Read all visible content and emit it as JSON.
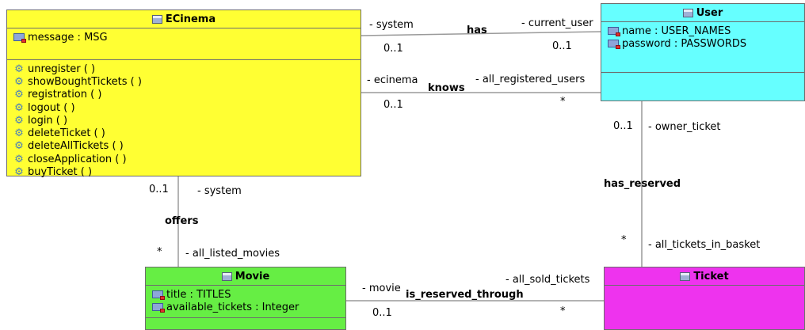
{
  "classes": {
    "ecinema": {
      "name": "ECinema",
      "attributes": [
        "message : MSG"
      ],
      "operations": [
        "unregister ( )",
        "showBoughtTickets ( )",
        "registration ( )",
        "logout ( )",
        "login ( )",
        "deleteTicket ( )",
        "deleteAllTickets ( )",
        "closeApplication ( )",
        "buyTicket ( )"
      ],
      "color": "#ffff33"
    },
    "user": {
      "name": "User",
      "attributes": [
        "name : USER_NAMES",
        "password : PASSWORDS"
      ],
      "color": "#66ffff"
    },
    "movie": {
      "name": "Movie",
      "attributes": [
        "title : TITLES",
        "available_tickets : Integer"
      ],
      "color": "#66ee44"
    },
    "ticket": {
      "name": "Ticket",
      "attributes": [],
      "color": "#ee33ee"
    }
  },
  "associations": {
    "has": {
      "name": "has",
      "role_a": "- system",
      "mult_a": "0..1",
      "role_b": "- current_user",
      "mult_b": "0..1"
    },
    "knows": {
      "name": "knows",
      "role_a": "- ecinema",
      "mult_a": "0..1",
      "role_b": "- all_registered_users",
      "mult_b": "*"
    },
    "offers": {
      "name": "offers",
      "role_a": "- system",
      "mult_a": "0..1",
      "role_b": "- all_listed_movies",
      "mult_b": "*"
    },
    "has_reserved": {
      "name": "has_reserved",
      "role_a": "- owner_ticket",
      "mult_a": "0..1",
      "role_b": "- all_tickets_in_basket",
      "mult_b": "*"
    },
    "is_reserved_through": {
      "name": "is_reserved_through",
      "role_a": "- movie",
      "mult_a": "0..1",
      "role_b": "- all_sold_tickets",
      "mult_b": "*"
    }
  },
  "icons": {
    "class": "class-icon",
    "attribute": "attribute-icon",
    "operation": "operation-icon"
  }
}
